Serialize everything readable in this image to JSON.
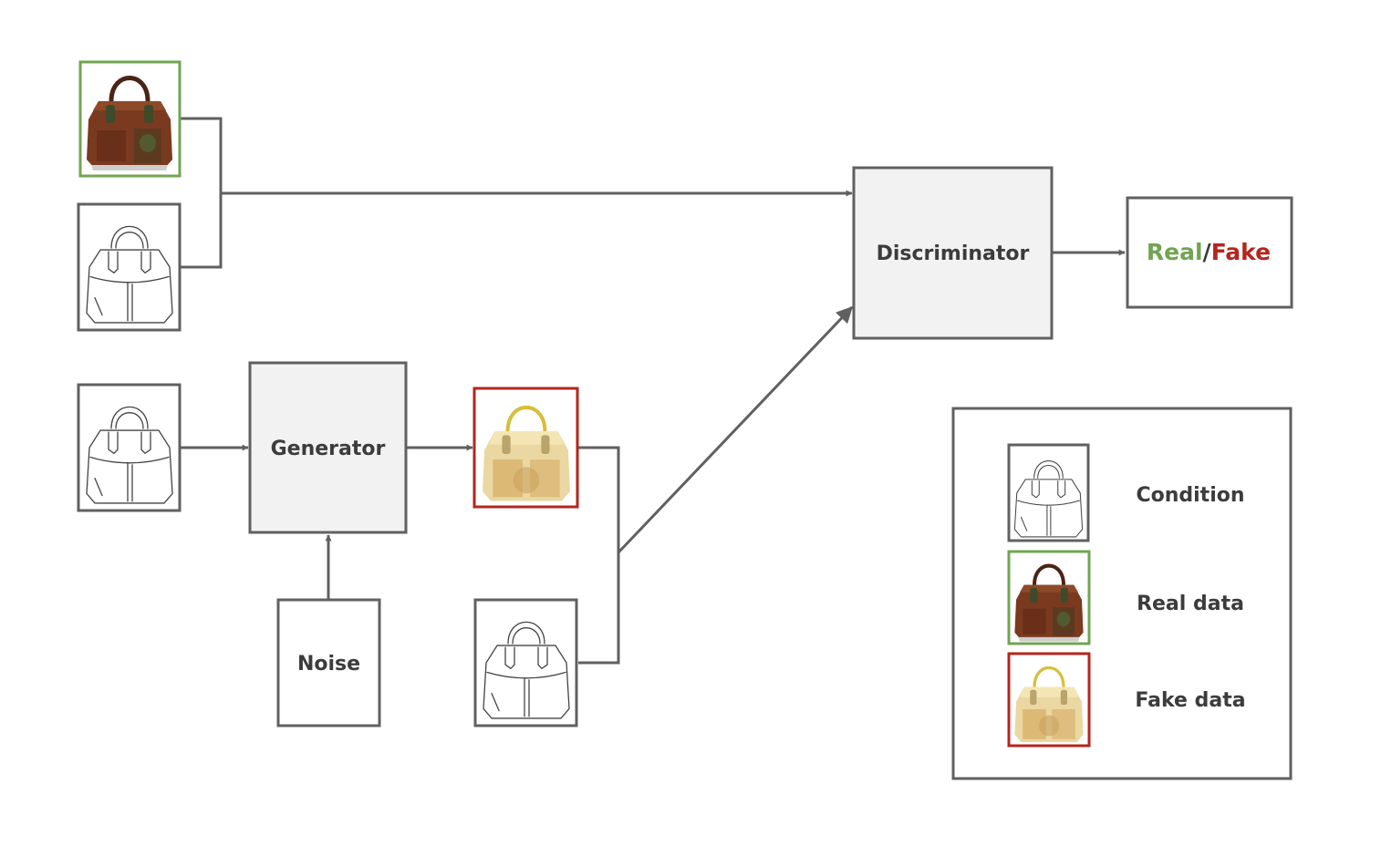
{
  "nodes": {
    "generator": "Generator",
    "discriminator": "Discriminator",
    "noise": "Noise"
  },
  "output": {
    "real": "Real",
    "separator": "/",
    "fake": "Fake",
    "real_color": "#72a453",
    "fake_color": "#b3261e"
  },
  "legend": {
    "condition": "Condition",
    "real_data": "Real data",
    "fake_data": "Fake data"
  },
  "colors": {
    "box_fill": "#f2f2f2",
    "stroke": "#606060",
    "real_frame": "#72a453",
    "fake_frame": "#b3261e",
    "real_bag": "#7a3a1f",
    "fake_bag": "#e6cf84"
  }
}
